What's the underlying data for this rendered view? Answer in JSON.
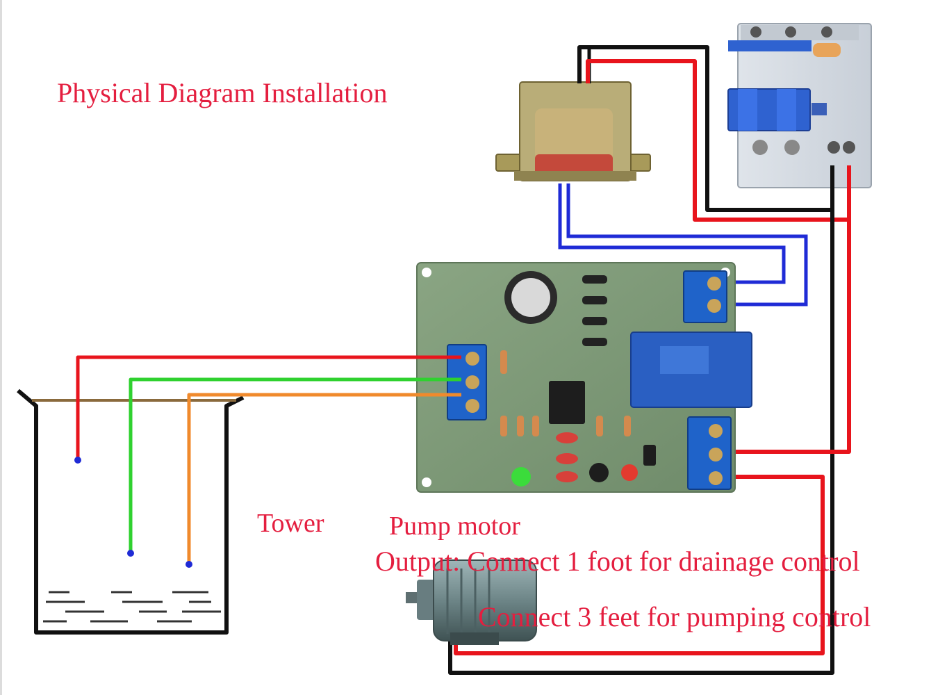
{
  "title": "Physical Diagram Installation",
  "labels": {
    "tower": "Tower",
    "pump_motor": "Pump motor",
    "output_note": "Output: Connect 1 foot for drainage control",
    "pumping_note": "Connect 3 feet for pumping control"
  },
  "colors": {
    "label_text": "#e41e3f",
    "wire_red": "#e8141c",
    "wire_black": "#111111",
    "wire_blue": "#1f2bd6",
    "wire_green": "#2fd12f",
    "wire_orange": "#f08a2c",
    "pcb": "#7f9a78",
    "terminal_block": "#1f63c9",
    "relay": "#2a5fc2",
    "breaker_handle": "#2f62d0"
  },
  "components": {
    "transformer": "transformer-icon",
    "breaker": "circuit-breaker-icon",
    "control_board": "control-board",
    "tower": "water-tower-tank",
    "pump": "pump-motor-icon"
  }
}
